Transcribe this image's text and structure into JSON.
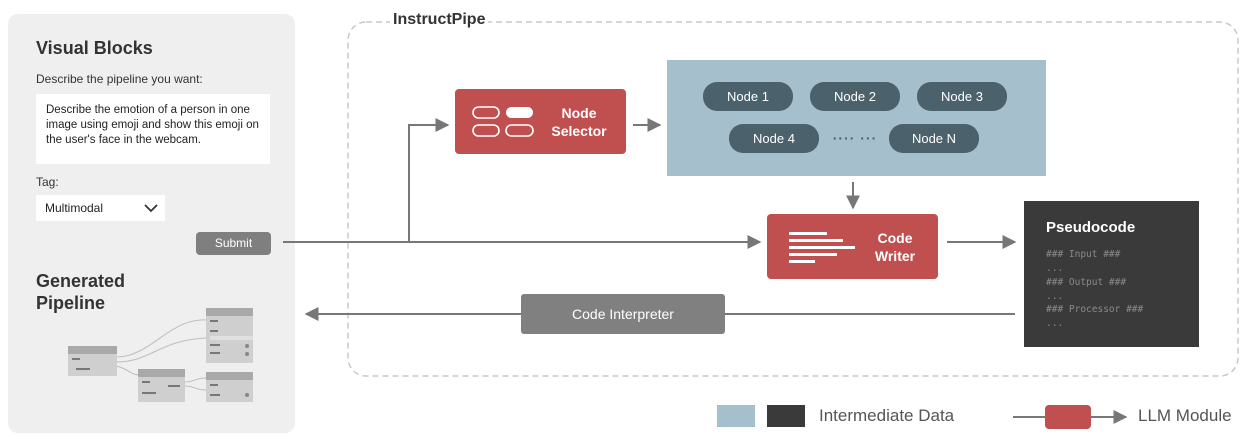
{
  "left_panel": {
    "title": "Visual Blocks",
    "prompt_label": "Describe the pipeline you want:",
    "prompt_text": "Describe the emotion of a person in one image using emoji and show this emoji on the user's face in the webcam.",
    "tag_label": "Tag:",
    "tag_value": "Multimodal",
    "submit_label": "Submit",
    "generated_title_line1": "Generated",
    "generated_title_line2": "Pipeline"
  },
  "instructpipe": {
    "title": "InstructPipe",
    "node_selector_line1": "Node",
    "node_selector_line2": "Selector",
    "nodes": [
      "Node 1",
      "Node 2",
      "Node 3",
      "Node 4",
      "Node N"
    ],
    "nodes_ellipsis": "···· ···",
    "code_writer_line1": "Code",
    "code_writer_line2": "Writer",
    "code_interpreter": "Code Interpreter"
  },
  "pseudocode": {
    "title": "Pseudocode",
    "lines": [
      "### Input ###",
      "...",
      "### Output ###",
      "...",
      "### Processor ###",
      "..."
    ]
  },
  "legend": {
    "intermediate_data": "Intermediate Data",
    "llm_module": "LLM Module"
  },
  "colors": {
    "llm_module": "#c0504f",
    "node_pool": "#a5bfcc",
    "node_chip": "#4b616c",
    "pseudocode_bg": "#3a3a3a",
    "interpreter": "#808080",
    "panel_bg": "#efefef"
  }
}
